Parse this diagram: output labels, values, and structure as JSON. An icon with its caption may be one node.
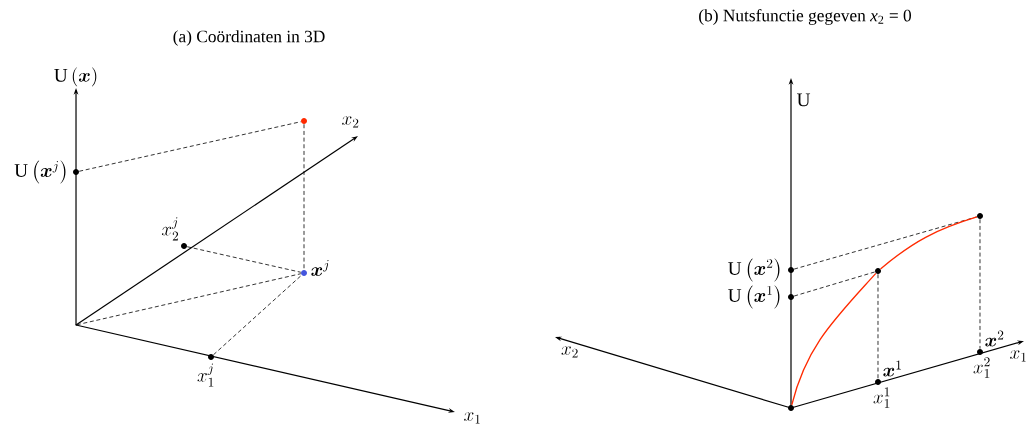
{
  "diagram": {
    "nodes": [
      {
        "text": [],
        "shape": "circle",
        "beside": [
          "\\mathrm{U}\\left(\\boldsymbol{x}^{j}\\right)"
        ]
      },
      {
        "text": [],
        "shape": "circle"
      },
      {
        "text": [],
        "shape": "circle",
        "beside": [
          "x_{2}^{j}"
        ]
      },
      {
        "text": [],
        "shape": "circle",
        "beside": [
          "\\boldsymbol{x}^{j}"
        ]
      },
      {
        "text": [],
        "shape": "circle",
        "beside": [
          "x_{1}^{j}"
        ]
      },
      {
        "text": [],
        "shape": "point"
      },
      {
        "text": [],
        "shape": "circle",
        "beside": [
          "\\mathrm{U}\\left(\\boldsymbol{x}^{2}\\right)"
        ]
      },
      {
        "text": [],
        "shape": "circle",
        "beside": [
          "\\mathrm{U}\\left(\\boldsymbol{x}^{1}\\right)"
        ]
      },
      {
        "text": [],
        "shape": "circle"
      },
      {
        "text": [],
        "shape": "circle"
      },
      {
        "text": [],
        "shape": "circle",
        "beside": [
          "\\boldsymbol{x}^{1}",
          "x_{1}^{1}"
        ]
      },
      {
        "text": [],
        "shape": "circle",
        "beside": [
          "\\boldsymbol{x}^{2}",
          "x_{1}^{2}"
        ]
      },
      {
        "text": [],
        "shape": "circle"
      }
    ],
    "edges": [
      {
        "from": 0,
        "to": 1,
        "arrow": "none",
        "style": "dashed"
      },
      {
        "from": 1,
        "to": 3,
        "arrow": "none",
        "style": "dashed"
      },
      {
        "from": 2,
        "to": 3,
        "arrow": "none",
        "style": "dashed"
      },
      {
        "from": 5,
        "to": 3,
        "arrow": "none",
        "style": "dashed"
      },
      {
        "from": 4,
        "to": 3,
        "arrow": "none",
        "style": "dashed"
      },
      {
        "from": 6,
        "to": 9,
        "arrow": "none",
        "style": "dashed"
      },
      {
        "from": 7,
        "to": 8,
        "arrow": "none",
        "style": "dashed"
      },
      {
        "from": 8,
        "to": 10,
        "arrow": "none",
        "style": "dashed"
      },
      {
        "from": 9,
        "to": 11,
        "arrow": "none",
        "style": "dashed"
      },
      {
        "from": 12,
        "to": 8,
        "arrow": "none",
        "color": "#ff2a00"
      },
      {
        "from": 8,
        "to": 9,
        "arrow": "none",
        "color": "#ff2a00"
      }
    ],
    "labels": [
      "(a) Coördinaten in 3D",
      "(b) Nutsfunctie gegeven *x*$_{2}$ = 0",
      "\\mathrm{U}\\left(\\boldsymbol{x}\\right)",
      "x_{2}",
      "x_{1}",
      "\\mathrm{U}",
      "x_{2}",
      "x_{1}"
    ]
  }
}
